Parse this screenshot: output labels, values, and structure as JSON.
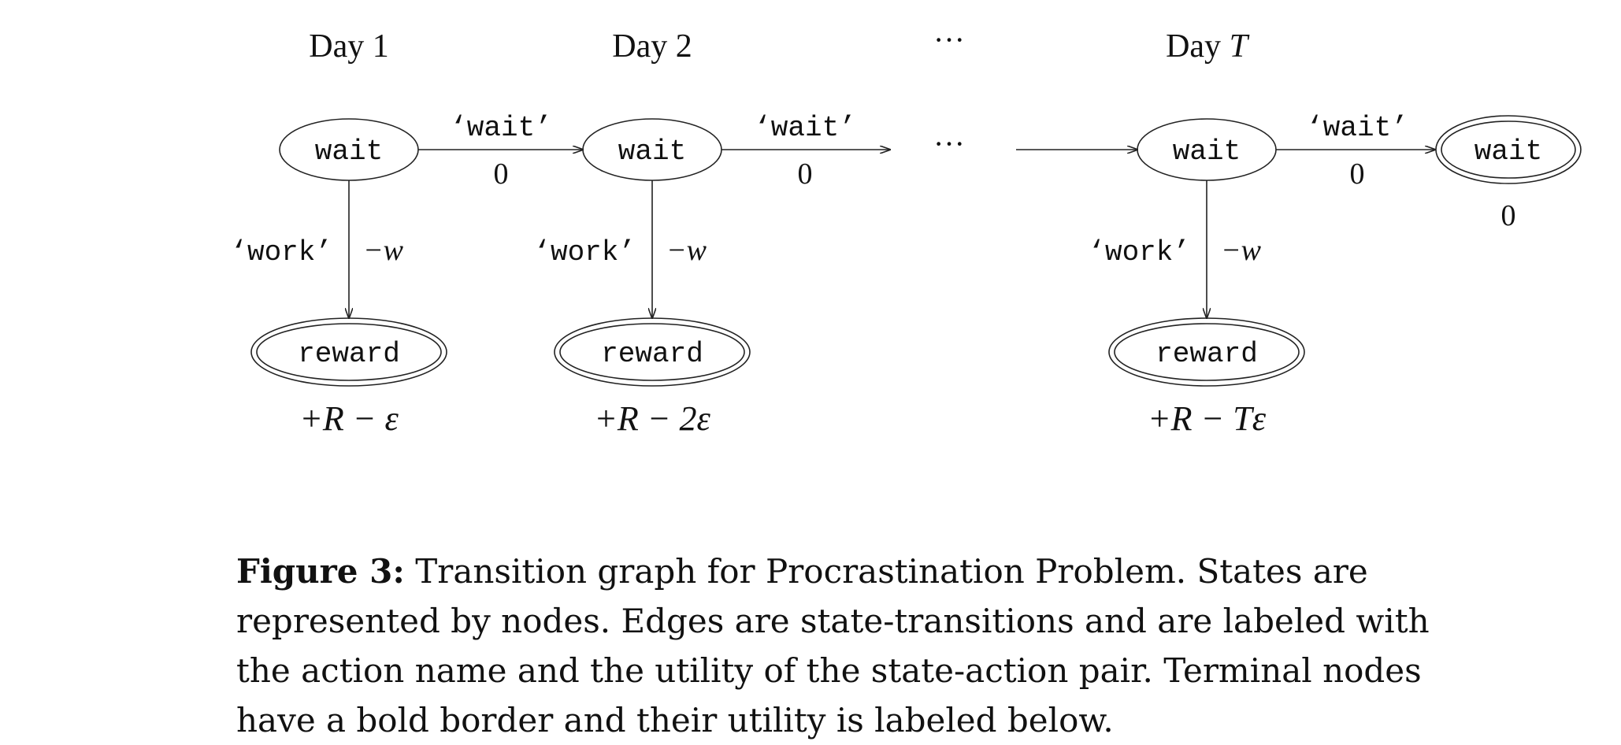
{
  "days": [
    {
      "label": "Day 1"
    },
    {
      "label": "Day 2"
    },
    {
      "label": "···"
    },
    {
      "label_prefix": "Day ",
      "label_var": "T"
    }
  ],
  "nodes": {
    "wait": "wait",
    "reward": "reward"
  },
  "edges": {
    "wait_action": "‘wait’",
    "wait_utility": "0",
    "work_action": "‘work’",
    "work_utility": "−w",
    "ellipsis": "···"
  },
  "rewards": [
    {
      "prefix": "+R − ",
      "suffix": "ε"
    },
    {
      "prefix": "+R − 2",
      "suffix": "ε"
    },
    {
      "prefix": "+R − T",
      "suffix": "ε"
    }
  ],
  "final_utility": "0",
  "caption": {
    "label": "Figure 3:",
    "text": " Transition graph for Procrastination Problem. States are represented by nodes. Edges are state-transitions and are labeled with the action name and the utility of the state-action pair. Terminal nodes have a bold border and their utility is labeled below."
  }
}
